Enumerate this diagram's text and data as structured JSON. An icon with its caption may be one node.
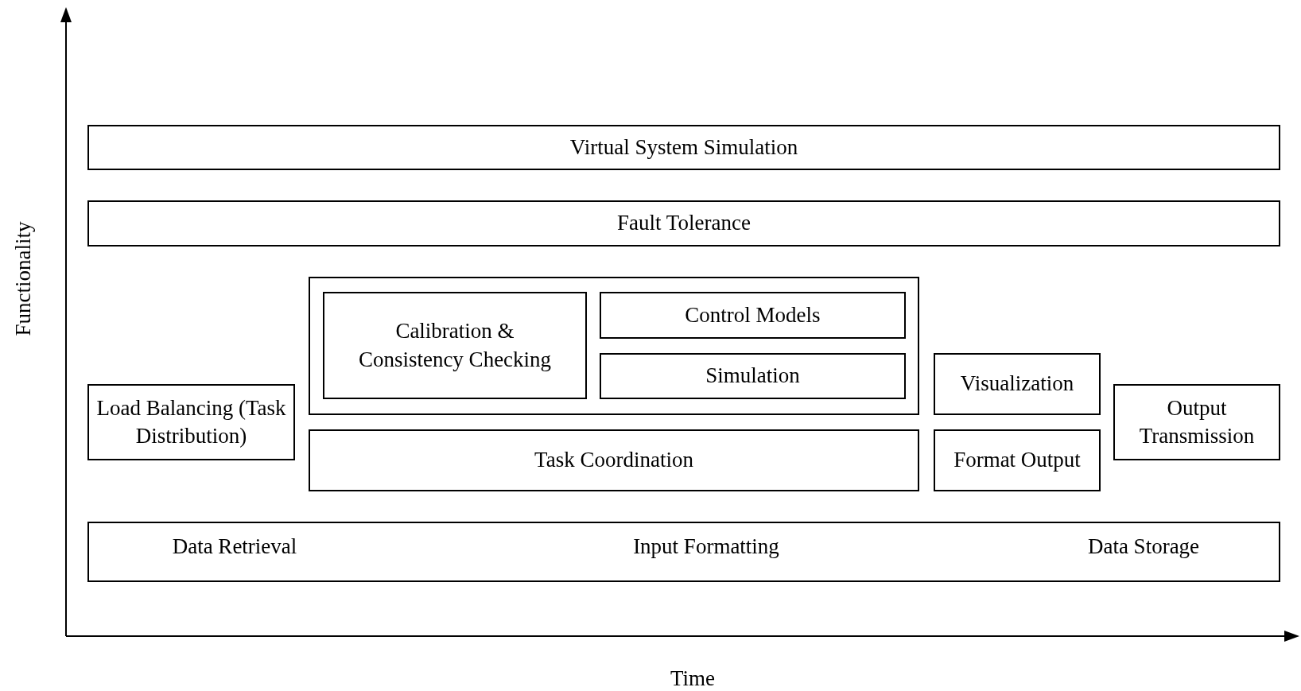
{
  "diagram": {
    "nodes": [
      {
        "text": [
          "Virtual System Simulation"
        ]
      },
      {
        "text": [
          "Fault Tolerance"
        ]
      },
      {
        "text": [],
        "shape": "box"
      },
      {
        "text": [
          "Calibration & Consistency Checking"
        ],
        "in": 2
      },
      {
        "text": [
          "Control Models"
        ],
        "in": 2
      },
      {
        "text": [
          "Simulation"
        ],
        "in": 2
      },
      {
        "text": [
          "Visualization"
        ]
      },
      {
        "text": [
          "Load Balancing (Task Distribution)"
        ]
      },
      {
        "text": [
          "Output Transmission"
        ]
      },
      {
        "text": [
          "Task Coordination"
        ]
      },
      {
        "text": [
          "Format Output"
        ]
      },
      {
        "text": [
          "Data Retrieval",
          "Input Formatting",
          "Data Storage"
        ]
      }
    ],
    "edges": [],
    "labels": [
      "Functionality",
      "Time"
    ]
  }
}
